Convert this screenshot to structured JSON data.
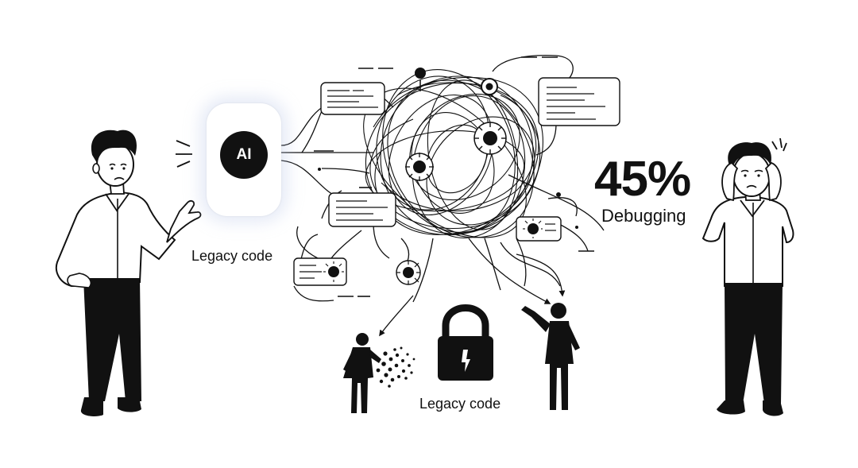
{
  "ai_card": {
    "label": "AI"
  },
  "labels": {
    "legacy_left": "Legacy code",
    "legacy_bottom": "Legacy code"
  },
  "stat": {
    "value": "45%",
    "label": "Debugging"
  },
  "colors": {
    "ink": "#111111",
    "background": "#ffffff",
    "card_glow": "#b4c4e6"
  },
  "icons": [
    "frustrated-developer",
    "ai-card",
    "tangled-code-scribble",
    "bug-icon",
    "code-snippet-card",
    "padlock-icon",
    "disintegrating-figure",
    "waving-figure",
    "stressed-developer"
  ]
}
